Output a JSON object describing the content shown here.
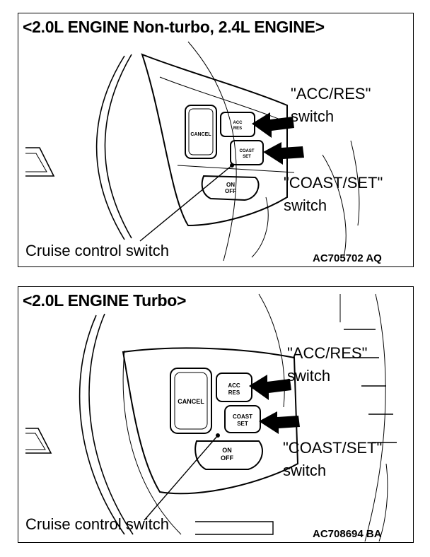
{
  "panels": [
    {
      "title": "<2.0L ENGINE Non-turbo, 2.4L ENGINE>",
      "acc_label_1": "\"ACC/RES\"",
      "acc_label_2": "switch",
      "coast_label_1": "\"COAST/SET\"",
      "coast_label_2": "switch",
      "cruise_label": "Cruise control switch",
      "code": "AC705702 AQ",
      "buttons": {
        "cancel": "CANCEL",
        "acc_1": "ACC",
        "acc_2": "RES",
        "coast_1": "COAST",
        "coast_2": "SET",
        "on": "ON",
        "off": "OFF"
      }
    },
    {
      "title": "<2.0L ENGINE Turbo>",
      "acc_label_1": "\"ACC/RES\"",
      "acc_label_2": "switch",
      "coast_label_1": "\"COAST/SET\"",
      "coast_label_2": "switch",
      "cruise_label": "Cruise control switch",
      "code": "AC708694 BA",
      "buttons": {
        "cancel": "CANCEL",
        "acc_1": "ACC",
        "acc_2": "RES",
        "coast_1": "COAST",
        "coast_2": "SET",
        "on": "ON",
        "off": "OFF"
      }
    }
  ]
}
